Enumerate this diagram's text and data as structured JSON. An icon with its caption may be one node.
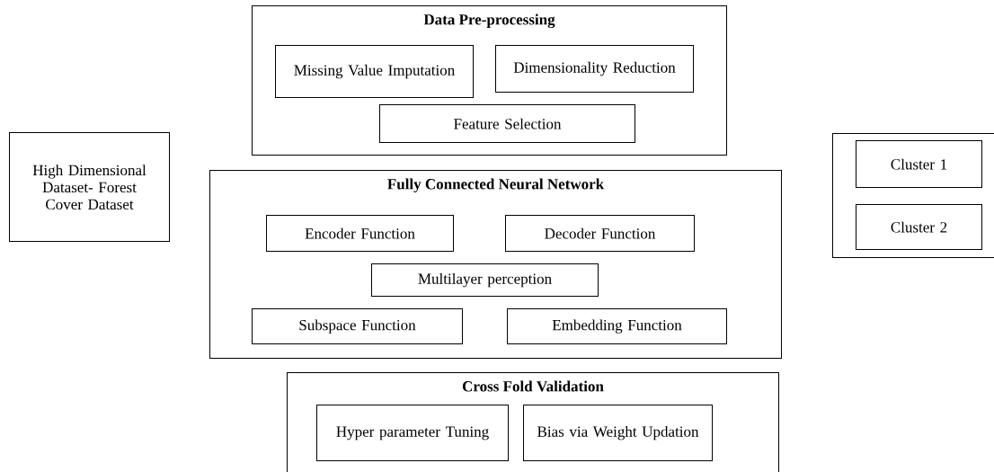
{
  "diagram": {
    "nodes": [
      {
        "text": [
          "High Dimensional Dataset- Forest Cover Dataset"
        ]
      },
      {
        "text": [
          "Data Pre-processing"
        ]
      },
      {
        "text": [
          "Missing Value Imputation"
        ],
        "in": 1
      },
      {
        "text": [
          "Dimensionality Reduction"
        ],
        "in": 1
      },
      {
        "text": [
          "Feature Selection"
        ],
        "in": 1
      },
      {
        "text": [
          "Fully Connected Neural Network"
        ]
      },
      {
        "text": [
          "Encoder Function"
        ],
        "in": 5
      },
      {
        "text": [
          "Decoder Function"
        ],
        "in": 5
      },
      {
        "text": [
          "Multilayer perception"
        ],
        "in": 5
      },
      {
        "text": [
          "Subspace Function"
        ],
        "in": 5
      },
      {
        "text": [
          "Embedding Function"
        ],
        "in": 5
      },
      {
        "text": [
          "Cross Fold Validation"
        ]
      },
      {
        "text": [
          "Hyper parameter Tuning"
        ],
        "in": 11
      },
      {
        "text": [
          "Bias via Weight Updation"
        ],
        "in": 11
      },
      {
        "text": [],
        "shape": "box"
      },
      {
        "text": [
          "Cluster 1"
        ],
        "in": 14
      },
      {
        "text": [
          "Cluster 2"
        ],
        "in": 14
      }
    ]
  }
}
